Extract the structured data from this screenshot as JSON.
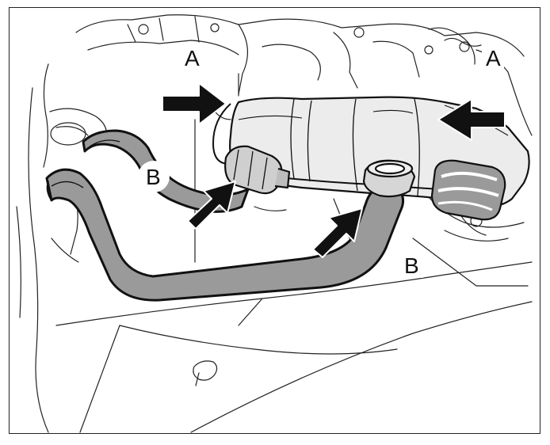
{
  "diagram": {
    "callouts": [
      {
        "id": "a-left",
        "label": "A"
      },
      {
        "id": "a-right",
        "label": "A"
      },
      {
        "id": "b-left",
        "label": "B"
      },
      {
        "id": "b-right",
        "label": "B"
      }
    ],
    "colors": {
      "line": "#111111",
      "hose_fill": "#9a9a9a",
      "component_fill": "#e6e6e6",
      "arrow": "#111111",
      "background": "#ffffff"
    }
  }
}
